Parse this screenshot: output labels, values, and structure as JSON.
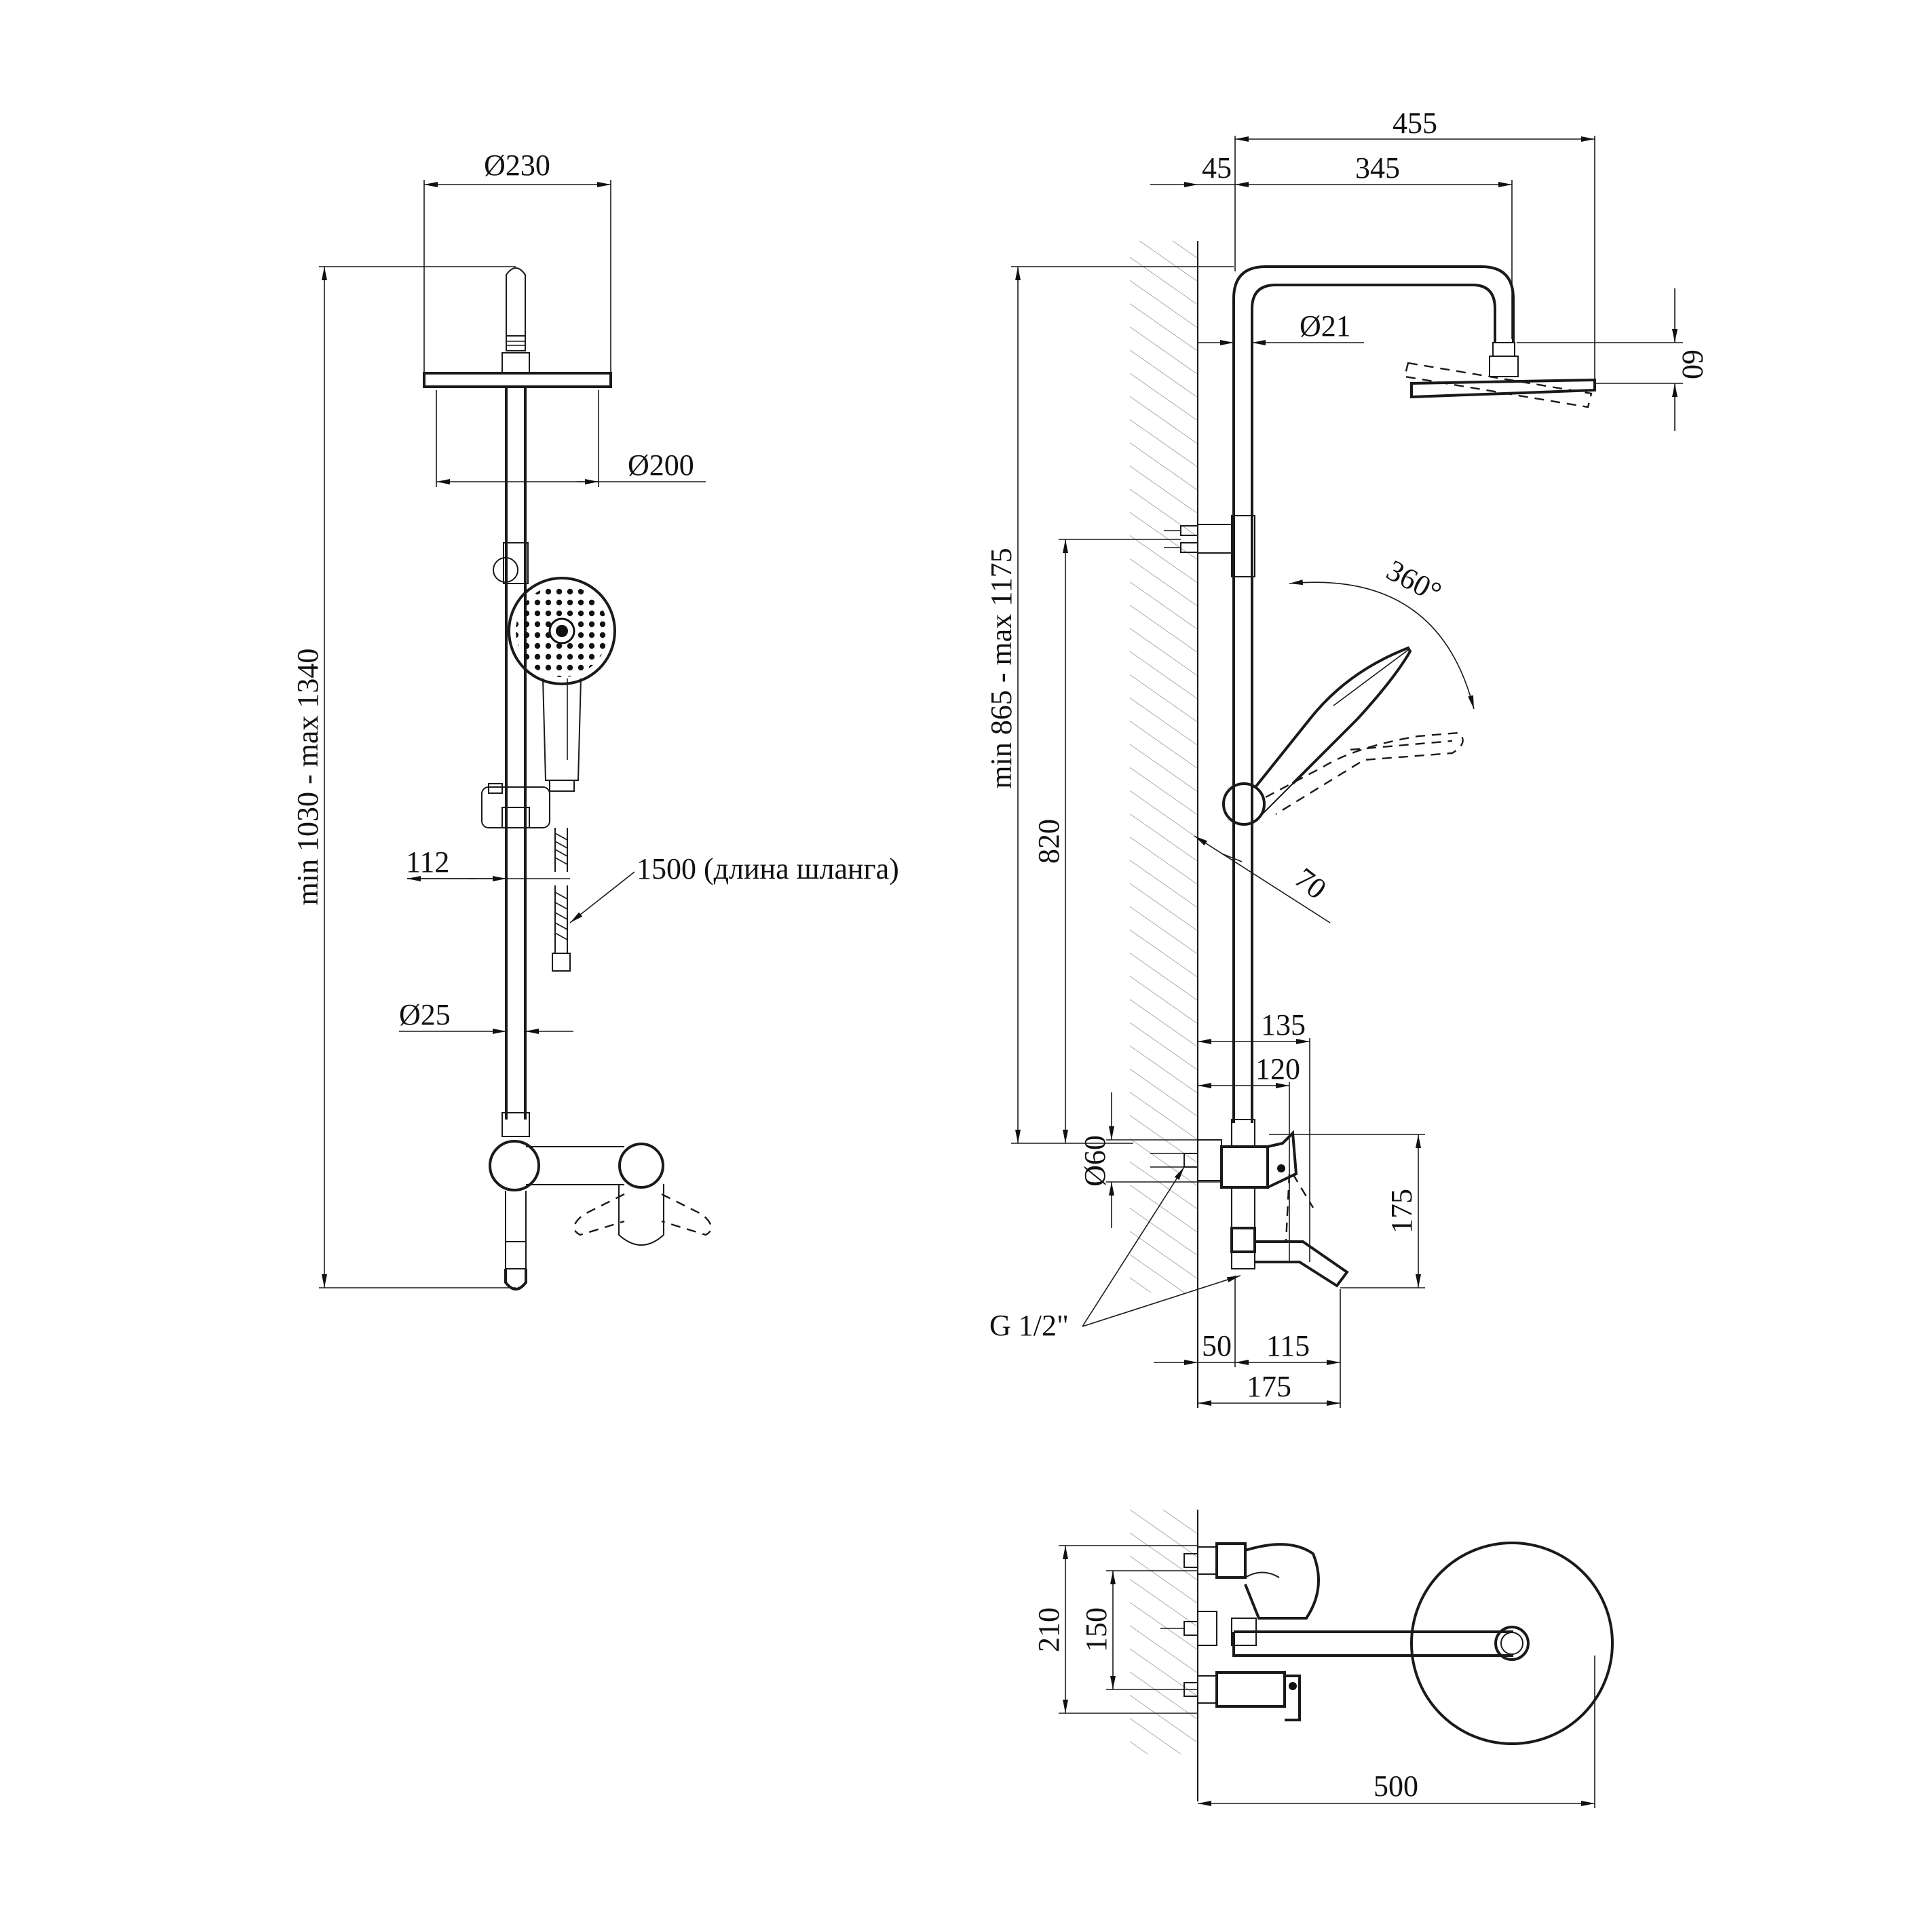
{
  "front_view": {
    "labels": {
      "head_outer_diameter": "Ø230",
      "head_inner_diameter": "Ø200",
      "total_height": "min 1030 - max 1340",
      "hose_offset": "112",
      "hose_length": "1500 (длина шланга)",
      "pipe_diameter": "Ø25"
    }
  },
  "side_view": {
    "labels": {
      "overall_reach": "455",
      "wall_offset": "45",
      "arm_reach": "345",
      "pipe_diameter": "Ø21",
      "head_height": "60",
      "rotation": "360°",
      "height_range": "min 865 - max 1175",
      "holder_height": "820",
      "holder_size": "70",
      "mixer_depth_1": "135",
      "mixer_depth_2": "120",
      "mixer_diameter": "Ø60",
      "mixer_height": "175",
      "thread": "G 1/2\"",
      "spout_offset": "50",
      "spout_length": "115",
      "spout_reach": "175"
    }
  },
  "top_view": {
    "labels": {
      "width_outer": "210",
      "width_inner": "150",
      "total_depth": "500"
    }
  }
}
